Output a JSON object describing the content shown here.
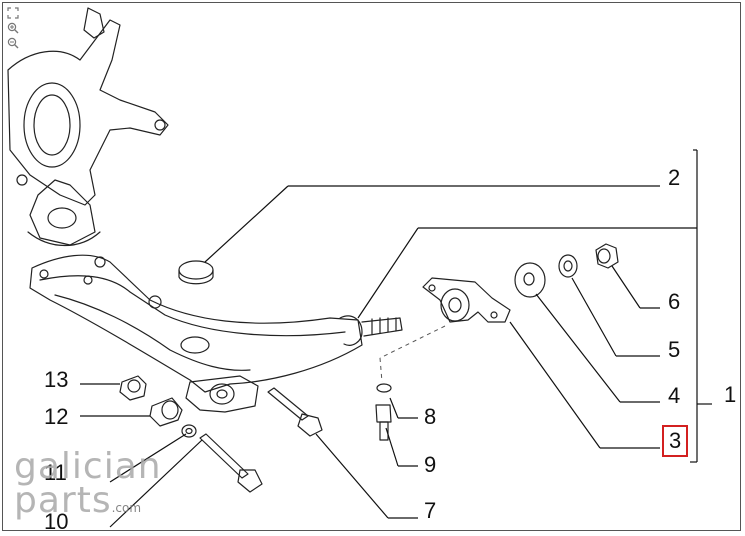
{
  "diagram": {
    "callouts": [
      {
        "id": "1",
        "label": "1"
      },
      {
        "id": "2",
        "label": "2"
      },
      {
        "id": "3",
        "label": "3",
        "highlighted": true
      },
      {
        "id": "4",
        "label": "4"
      },
      {
        "id": "5",
        "label": "5"
      },
      {
        "id": "6",
        "label": "6"
      },
      {
        "id": "7",
        "label": "7"
      },
      {
        "id": "8",
        "label": "8"
      },
      {
        "id": "9",
        "label": "9"
      },
      {
        "id": "10",
        "label": "10"
      },
      {
        "id": "11",
        "label": "11"
      },
      {
        "id": "12",
        "label": "12"
      },
      {
        "id": "13",
        "label": "13"
      }
    ],
    "highlight_color": "#d32020",
    "line_color": "#111111"
  },
  "toolbar": {
    "icons": [
      "fullscreen-icon",
      "zoom-in-icon",
      "zoom-out-icon"
    ]
  },
  "watermark": {
    "line1": "galician",
    "line2": "parts",
    "domain": ".com"
  }
}
